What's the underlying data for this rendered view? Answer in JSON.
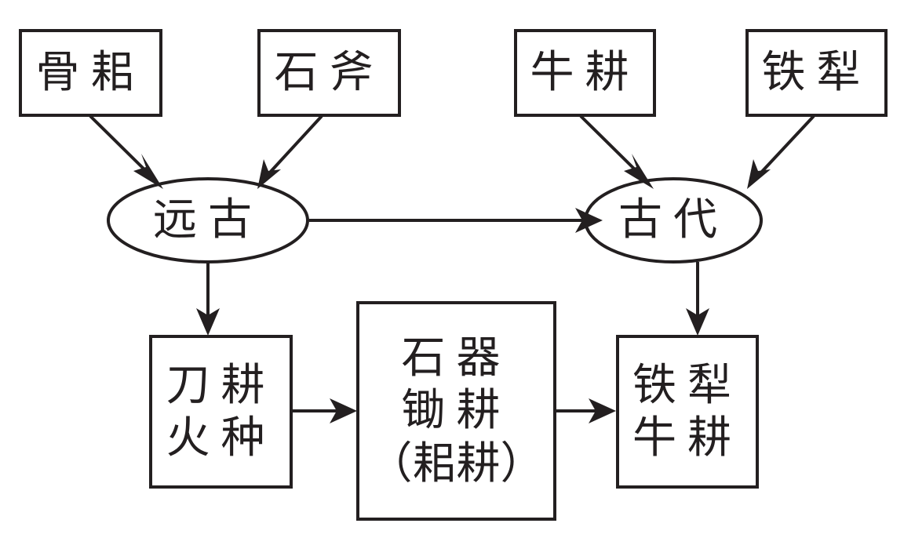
{
  "diagram": {
    "colors": {
      "stroke": "#231f20",
      "background": "#ffffff"
    },
    "nodes": {
      "gusi": {
        "label": "骨耜",
        "shape": "rectangle"
      },
      "shifu": {
        "label": "石斧",
        "shape": "rectangle"
      },
      "niugeng": {
        "label": "牛耕",
        "shape": "rectangle"
      },
      "tieli": {
        "label": "铁犁",
        "shape": "rectangle"
      },
      "yuangu": {
        "label": "远古",
        "shape": "ellipse"
      },
      "gudai": {
        "label": "古代",
        "shape": "ellipse"
      },
      "daogeng": {
        "lines": [
          "刀耕",
          "火种"
        ],
        "shape": "rectangle"
      },
      "shiqi": {
        "lines": [
          "石器",
          "锄耕",
          "（耜耕）"
        ],
        "shape": "rectangle"
      },
      "tieliniugeng": {
        "lines": [
          "铁犁",
          "牛耕"
        ],
        "shape": "rectangle"
      }
    },
    "edges": [
      {
        "from": "骨耜",
        "to": "远古"
      },
      {
        "from": "石斧",
        "to": "远古"
      },
      {
        "from": "牛耕",
        "to": "古代"
      },
      {
        "from": "铁犁",
        "to": "古代"
      },
      {
        "from": "远古",
        "to": "古代"
      },
      {
        "from": "远古",
        "to": "刀耕火种"
      },
      {
        "from": "古代",
        "to": "铁犁牛耕"
      },
      {
        "from": "刀耕火种",
        "to": "石器锄耕（耜耕）"
      },
      {
        "from": "石器锄耕（耜耕）",
        "to": "铁犁牛耕"
      }
    ]
  }
}
